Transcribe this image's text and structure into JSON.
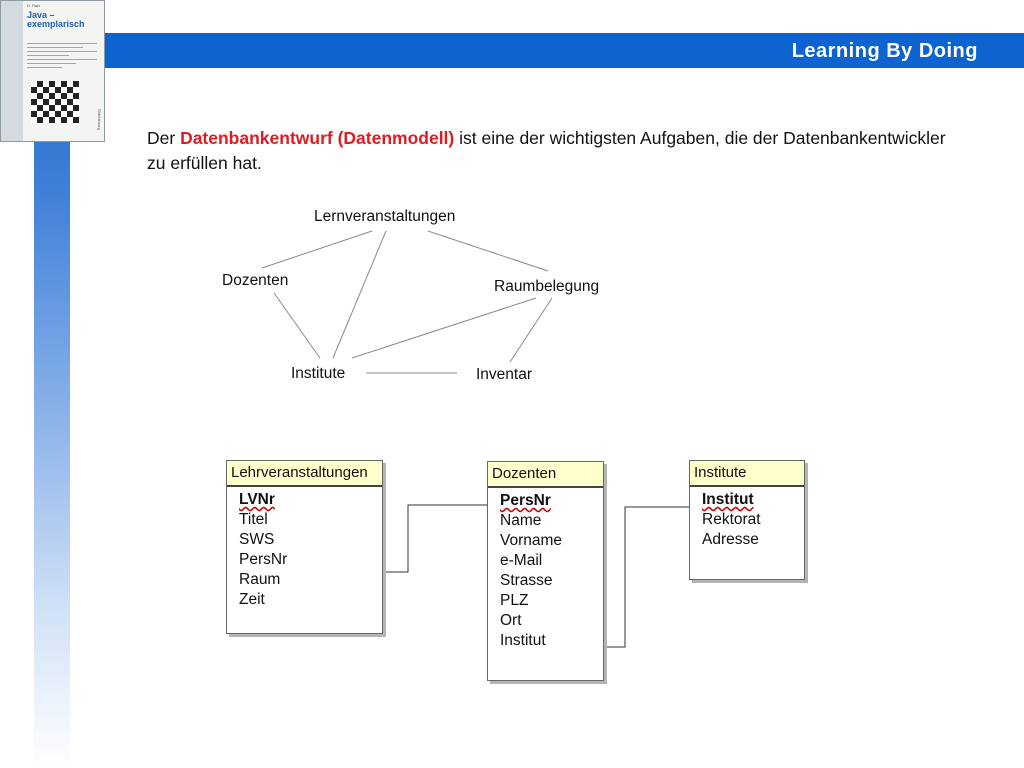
{
  "header": {
    "title": "Learning By Doing"
  },
  "book_cover": {
    "small": "D. Ratz",
    "title_line1": "Java –",
    "title_line2": "exemplarisch",
    "side_text": "Oldenbourg"
  },
  "intro": {
    "before": "Der ",
    "highlight": "Datenbankentwurf (Datenmodell)",
    "after": " ist eine der wichtigsten Aufgaben, die der Datenbankentwickler zu erfüllen hat."
  },
  "concept_diagram": {
    "nodes": {
      "lernveranstaltungen": "Lernveranstaltungen",
      "dozenten": "Dozenten",
      "raumbelegung": "Raumbelegung",
      "institute": "Institute",
      "inventar": "Inventar"
    },
    "edges": [
      [
        "Lernveranstaltungen",
        "Dozenten"
      ],
      [
        "Lernveranstaltungen",
        "Institute"
      ],
      [
        "Lernveranstaltungen",
        "Raumbelegung"
      ],
      [
        "Dozenten",
        "Institute"
      ],
      [
        "Institute",
        "Raumbelegung"
      ],
      [
        "Institute",
        "Inventar"
      ],
      [
        "Raumbelegung",
        "Inventar"
      ]
    ]
  },
  "tables": {
    "lehrveranstaltungen": {
      "name": "Lehrveranstaltungen",
      "key": "LVNr",
      "fields": [
        "Titel",
        "SWS",
        "PersNr",
        "Raum",
        "Zeit"
      ]
    },
    "dozenten": {
      "name": "Dozenten",
      "key": "PersNr",
      "fields": [
        "Name",
        "Vorname",
        "e-Mail",
        "Strasse",
        "PLZ",
        "Ort",
        "Institut"
      ]
    },
    "institute": {
      "name": "Institute",
      "key": "Institut",
      "fields": [
        "Rektorat",
        "Adresse"
      ]
    }
  },
  "relations": [
    {
      "from": "Lehrveranstaltungen.PersNr",
      "to": "Dozenten.PersNr"
    },
    {
      "from": "Dozenten.Institut",
      "to": "Institute.Institut"
    }
  ],
  "colors": {
    "accent_blue": "#0d63cf",
    "highlight_red": "#e11b22",
    "table_header": "#ffffcc"
  }
}
